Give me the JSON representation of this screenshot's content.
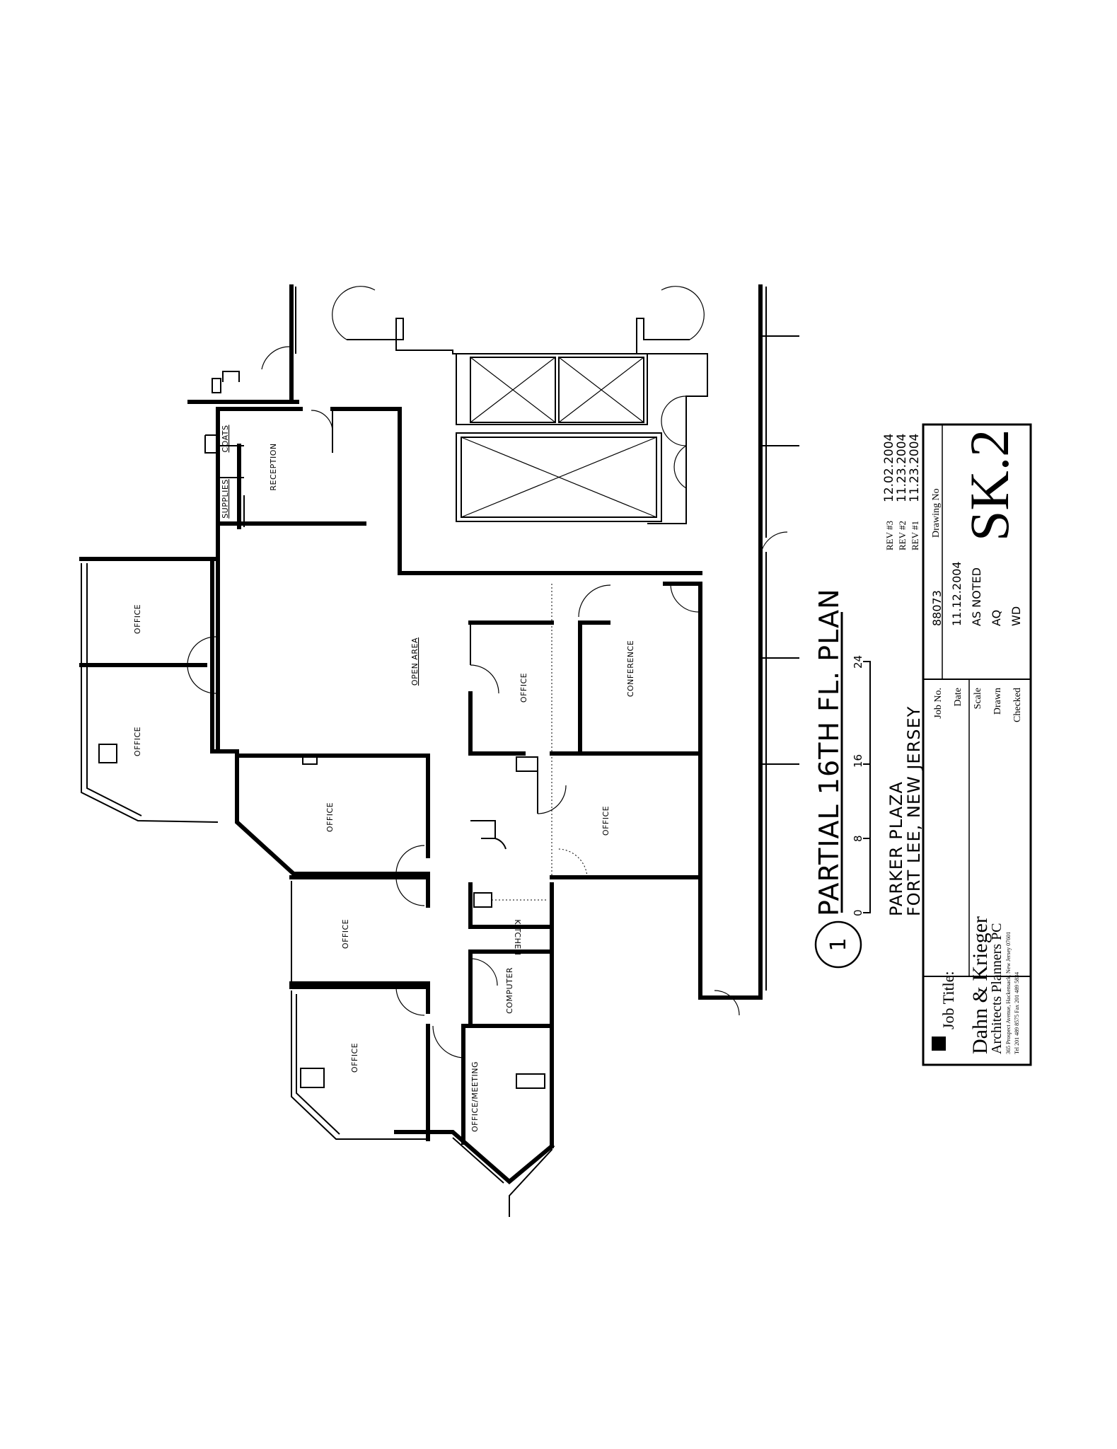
{
  "rooms": {
    "office_ne": "OFFICE",
    "office_n": "OFFICE",
    "open_area": "OPEN AREA",
    "reception": "RECEPTION",
    "supplies": "SUPPLIES",
    "coats": "COATS",
    "office_mid1": "OFFICE",
    "office_mid2": "OFFICE",
    "office_mid3": "OFFICE",
    "office_inner": "OFFICE",
    "conference": "CONFERENCE",
    "office_east": "OFFICE",
    "kitchen": "KITCHEN",
    "computer": "COMPUTER",
    "office_meeting": "OFFICE/MEETING"
  },
  "plan_title": {
    "marker": "1",
    "title": "PARTIAL 16TH FL. PLAN",
    "scale_ticks": [
      "0",
      "8",
      "16",
      "24"
    ],
    "building": "PARKER PLAZA",
    "location": "FORT LEE, NEW JERSEY"
  },
  "revisions": [
    {
      "label": "REV  #3",
      "date": "12.02.2004"
    },
    {
      "label": "REV  #2",
      "date": "11.23.2004"
    },
    {
      "label": "REV  #1",
      "date": "11.23.2004"
    }
  ],
  "title_block": {
    "job_title_label": "Job Title:",
    "firm_name": "Dahn & Krieger",
    "firm_sub": "Architects Planners PC",
    "address": "365 Prospect Avenue, Hackensack, New Jersey 07601",
    "phone": "Tel 201 489 8575   Fax 201 489 5834",
    "job_no_label": "Job No.",
    "job_no": "88073",
    "date_label": "Date",
    "date": "11.12.2004",
    "scale_label": "Scale",
    "scale": "AS NOTED",
    "drawn_label": "Drawn",
    "drawn": "AQ",
    "checked_label": "Checked",
    "checked": "WD",
    "drawing_no_label": "Drawing No",
    "drawing_no": "SK.2"
  }
}
